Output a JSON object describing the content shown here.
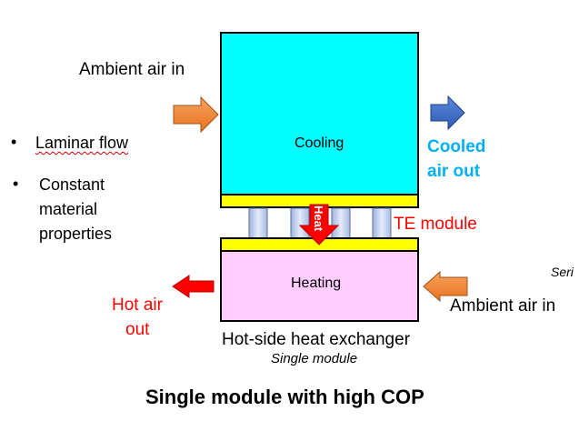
{
  "labels": {
    "ambient_in_top": "Ambient air in",
    "cooling": "Cooling",
    "cooled_out_line1": "Cooled",
    "cooled_out_line2": "air out",
    "te_module": "TE module",
    "heat": "Heat",
    "heating": "Heating",
    "ambient_in_bottom": "Ambient air in",
    "hot_out_line1": "Hot air",
    "hot_out_line2": "out",
    "hot_side_hx": "Hot-side heat exchanger",
    "single_module_caption": "Single module",
    "edge_cut_text": "Seri",
    "title": "Single module with high COP"
  },
  "bullets": [
    {
      "text": "Laminar flow"
    },
    {
      "lines": [
        "Constant",
        "material",
        "properties"
      ]
    }
  ],
  "colors": {
    "cooling_fill": "#00ffff",
    "heating_fill": "#ffccff",
    "plate_fill": "#ffff00",
    "orange_arrow": "#f08030",
    "blue_arrow": "#3b6fc8",
    "red_arrow": "#ff0000",
    "cooled_text": "#00b0f0",
    "red_text": "#ff0000",
    "pillar_fill": "#c5d3ee"
  }
}
